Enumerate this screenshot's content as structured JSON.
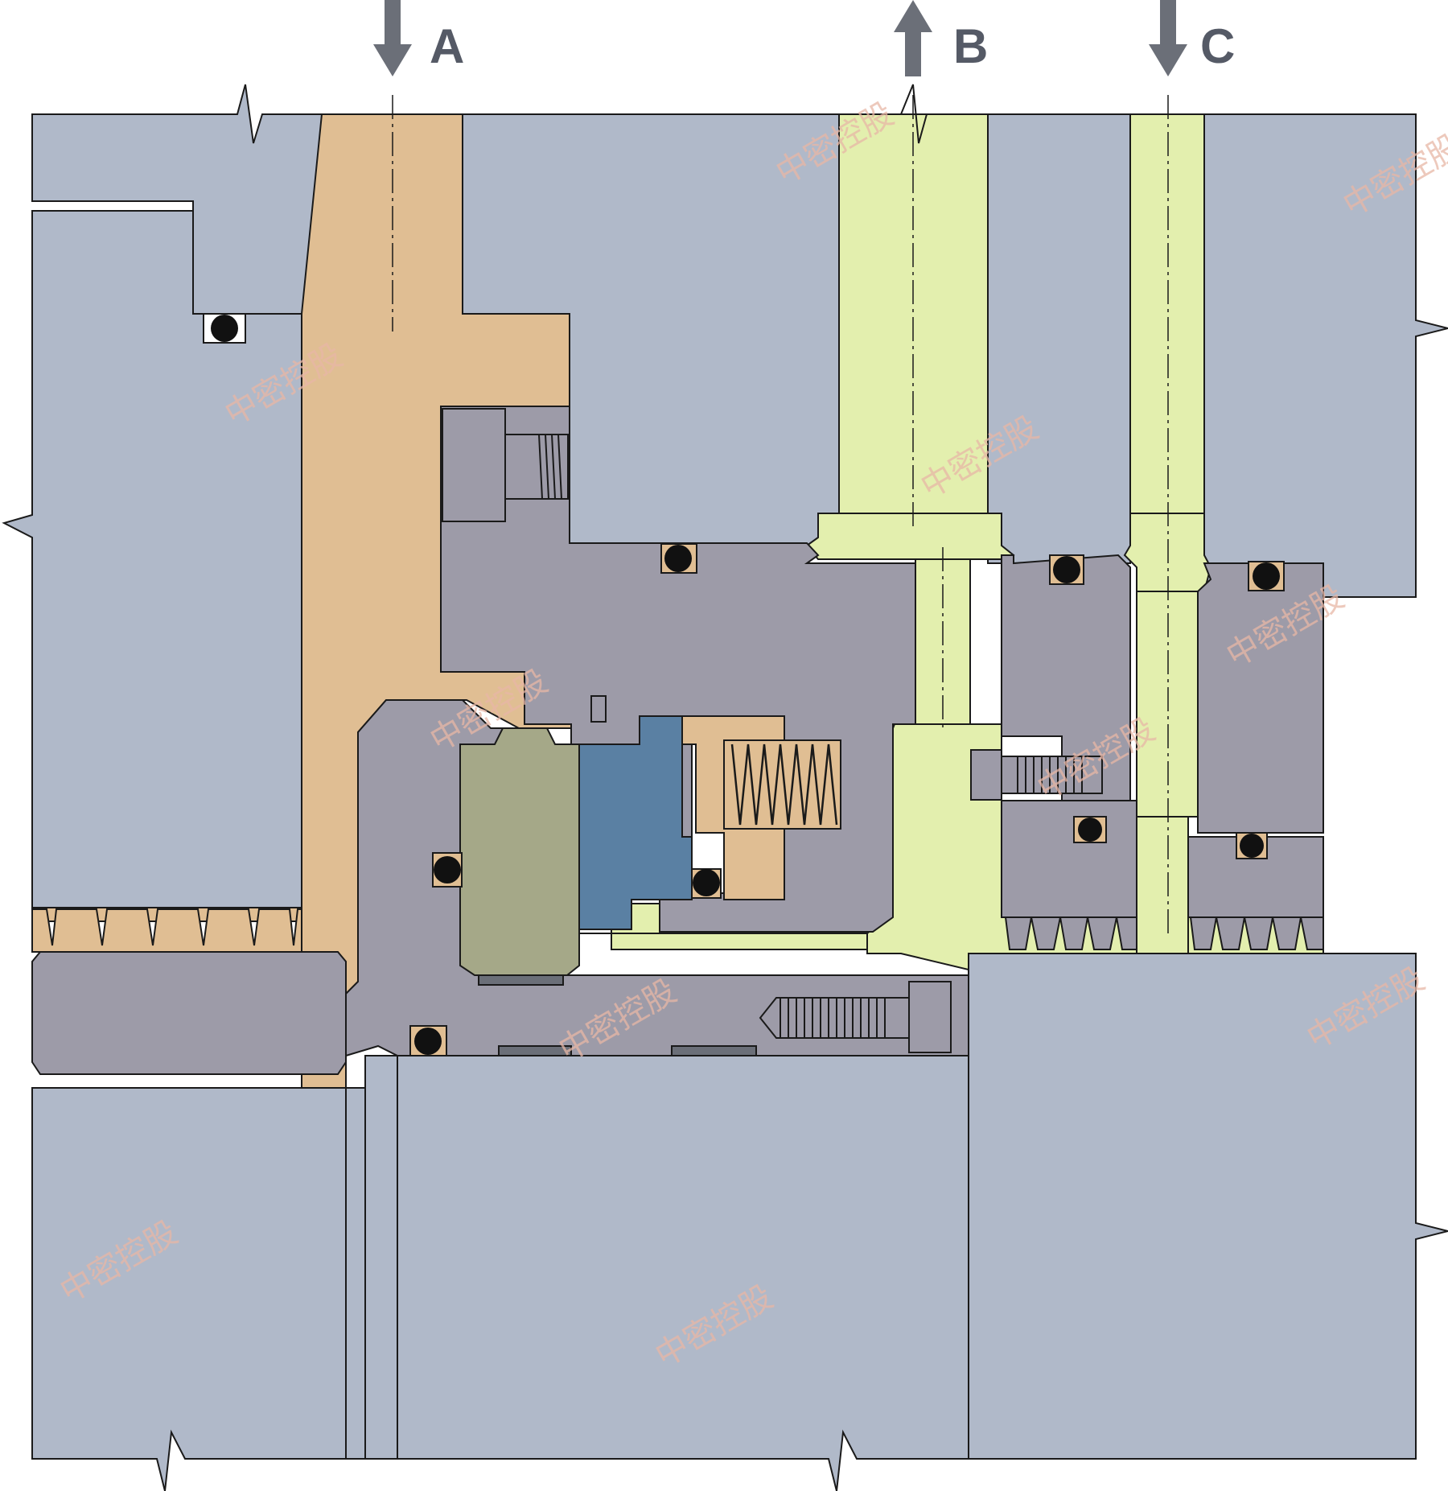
{
  "ports": [
    {
      "label": "A",
      "direction": "in"
    },
    {
      "label": "B",
      "direction": "out"
    },
    {
      "label": "C",
      "direction": "in"
    }
  ],
  "watermark": "中密控股",
  "colors": {
    "housing": "#b0b9c9",
    "seal_parts": "#9d9ba8",
    "barrier_fluid_A": "#e0be93",
    "flush_fluid_BC": "#e3efae",
    "primary_ring": "#a5a888",
    "mating_ring": "#5a80a3",
    "oring": "#111111",
    "arrow": "#6b6f78",
    "outline": "#1a1a1a"
  }
}
